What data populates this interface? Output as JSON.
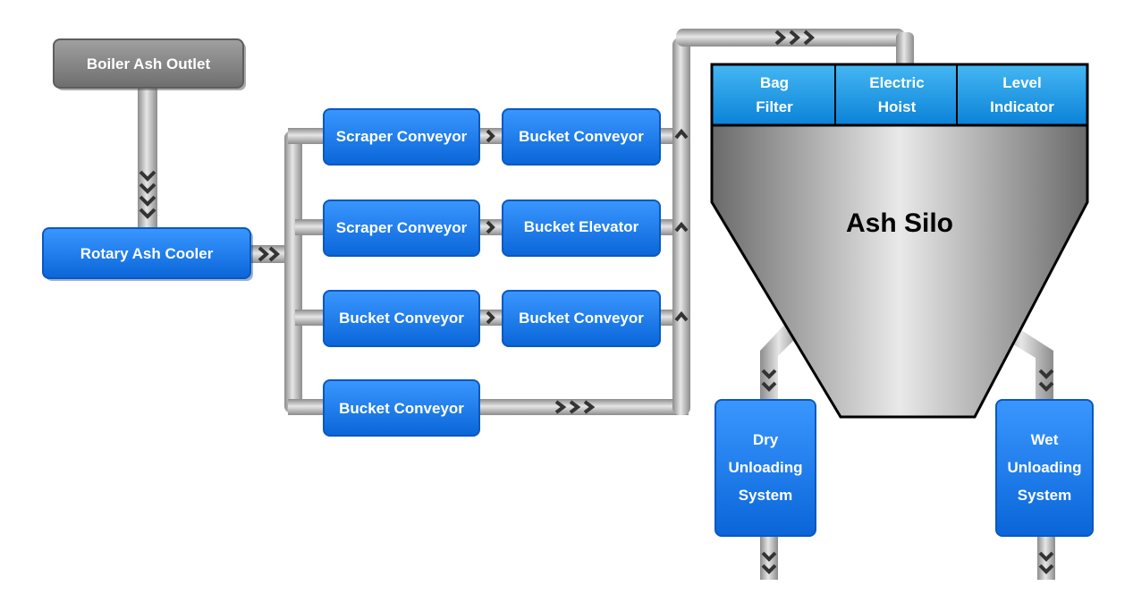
{
  "nodes": {
    "boiler_ash_outlet": "Boiler Ash Outlet",
    "rotary_ash_cooler": "Rotary Ash Cooler",
    "row1_first": "Scraper Conveyor",
    "row1_second": "Bucket Conveyor",
    "row2_first": "Scraper Conveyor",
    "row2_second": "Bucket Elevator",
    "row3_first": "Bucket Conveyor",
    "row3_second": "Bucket Conveyor",
    "row4_first": "Bucket Conveyor"
  },
  "silo": {
    "title": "Ash Silo",
    "bag_filter": [
      "Bag",
      "Filter"
    ],
    "electric_hoist": [
      "Electric",
      "Hoist"
    ],
    "level_indicator": [
      "Level",
      "Indicator"
    ]
  },
  "unloading": {
    "dry": [
      "Dry",
      "Unloading",
      "System"
    ],
    "wet": [
      "Wet",
      "Unloading",
      "System"
    ]
  },
  "colors": {
    "box_blue": "#1a7ef0",
    "box_gray": "#8a8a8a",
    "pipe": "#bdbdbd",
    "header_cyan": "#1f9be8"
  }
}
